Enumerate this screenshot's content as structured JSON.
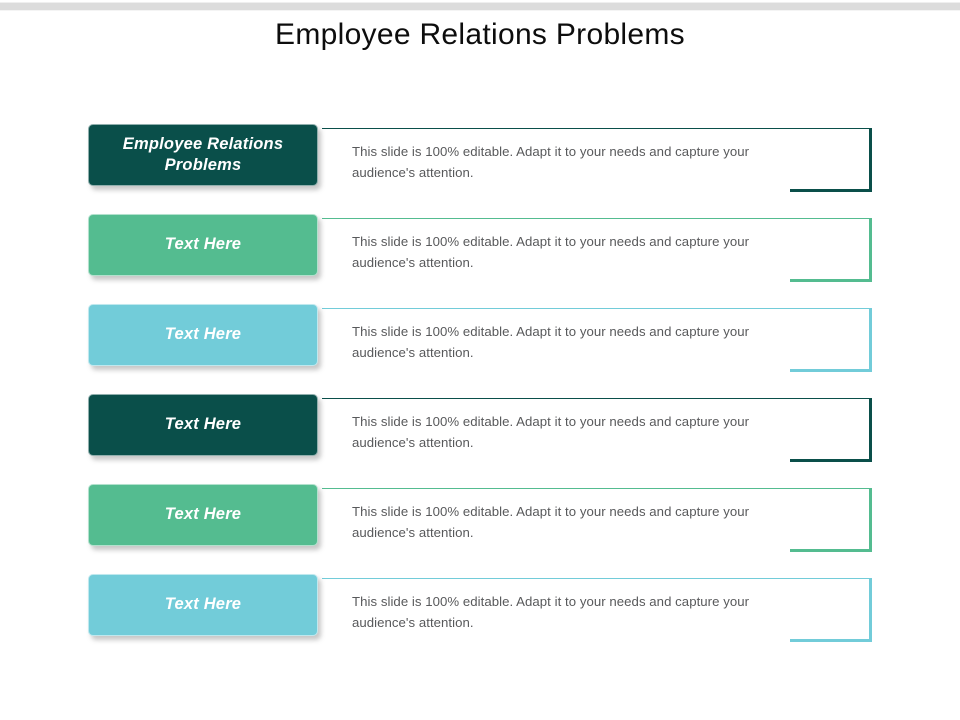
{
  "slide": {
    "title": "Employee Relations Problems",
    "background_color": "#FFFFFF",
    "top_band_color": "#DCDCDC",
    "body_text_color": "#58595B",
    "title_color": "#0D0D0D"
  },
  "palette": {
    "dark_teal": "#0A4F4A",
    "green": "#54BC90",
    "light_blue": "#72CCD9"
  },
  "rows": [
    {
      "label": "Employee Relations Problems",
      "body": "This slide is 100% editable. Adapt it to your needs and capture your audience's attention.",
      "color": "#0A4F4A"
    },
    {
      "label": "Text Here",
      "body": "This slide is 100% editable. Adapt it to your needs and capture your audience's attention.",
      "color": "#54BC90"
    },
    {
      "label": "Text Here",
      "body": "This slide is 100% editable. Adapt it to your needs and capture your audience's attention.",
      "color": "#72CCD9"
    },
    {
      "label": "Text Here",
      "body": "This slide is 100% editable. Adapt it to your needs and capture your audience's attention.",
      "color": "#0A4F4A"
    },
    {
      "label": "Text Here",
      "body": "This slide is 100% editable. Adapt it to your needs and capture your audience's attention.",
      "color": "#54BC90"
    },
    {
      "label": "Text Here",
      "body": "This slide is 100% editable. Adapt it to your needs and capture your audience's attention.",
      "color": "#72CCD9"
    }
  ],
  "layout": {
    "row_top_start": 124,
    "row_pitch": 90
  }
}
